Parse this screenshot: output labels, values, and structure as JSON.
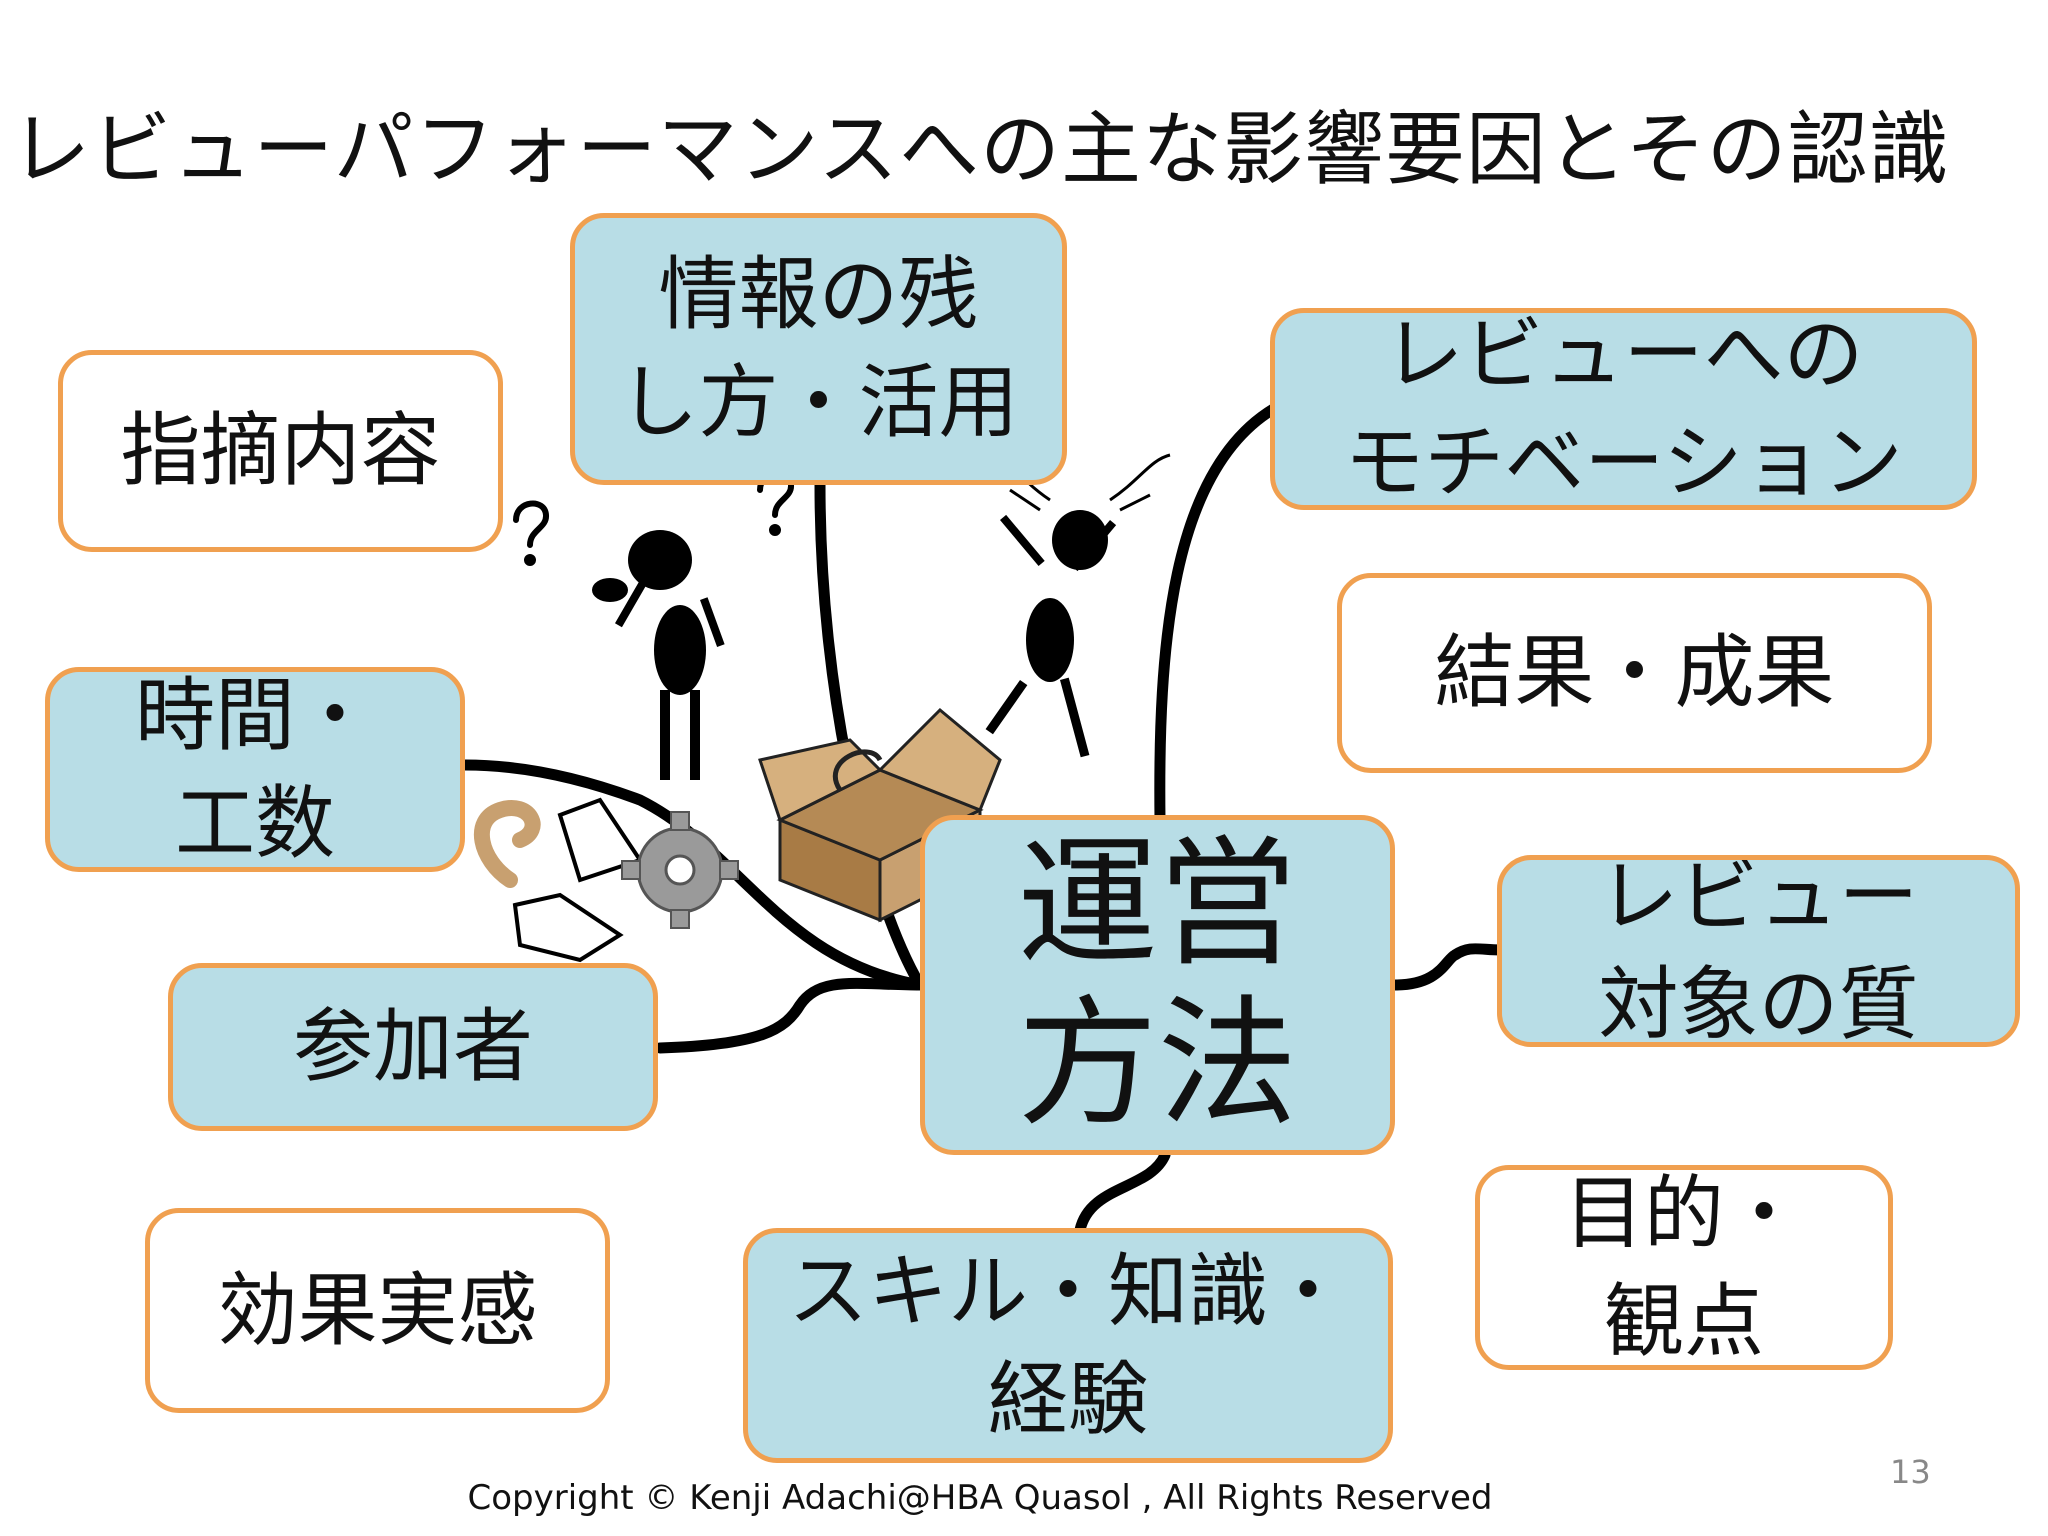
{
  "title": "レビューパフォーマンスへの主な影響要因とその認識",
  "nodes": {
    "shiteki_naiyo": "指摘内容",
    "joho": "情報の残\nし方・活用",
    "motivation": "レビューへの\nモチベーション",
    "kekka": "結果・成果",
    "jikan": "時間・\n工数",
    "unei": "運営\n方法",
    "taisho": "レビュー\n対象の質",
    "sankasha": "参加者",
    "koka": "効果実感",
    "skill": "スキル・知識・\n経験",
    "mokuteki": "目的・\n観点"
  },
  "colors": {
    "node_fill": "#b8dde6",
    "node_border": "#f0a050",
    "connector": "#000000",
    "box": "#c8a070"
  },
  "icons": [
    "puzzled-figure-icon",
    "frustrated-figure-icon",
    "question-marks-icon",
    "cardboard-box-icon",
    "gear-icon",
    "cane-icon",
    "scattered-papers-icon"
  ],
  "footer": {
    "copyright": "Copyright ©  Kenji Adachi@HBA Quasol , All Rights Reserved",
    "page_number": "13"
  }
}
